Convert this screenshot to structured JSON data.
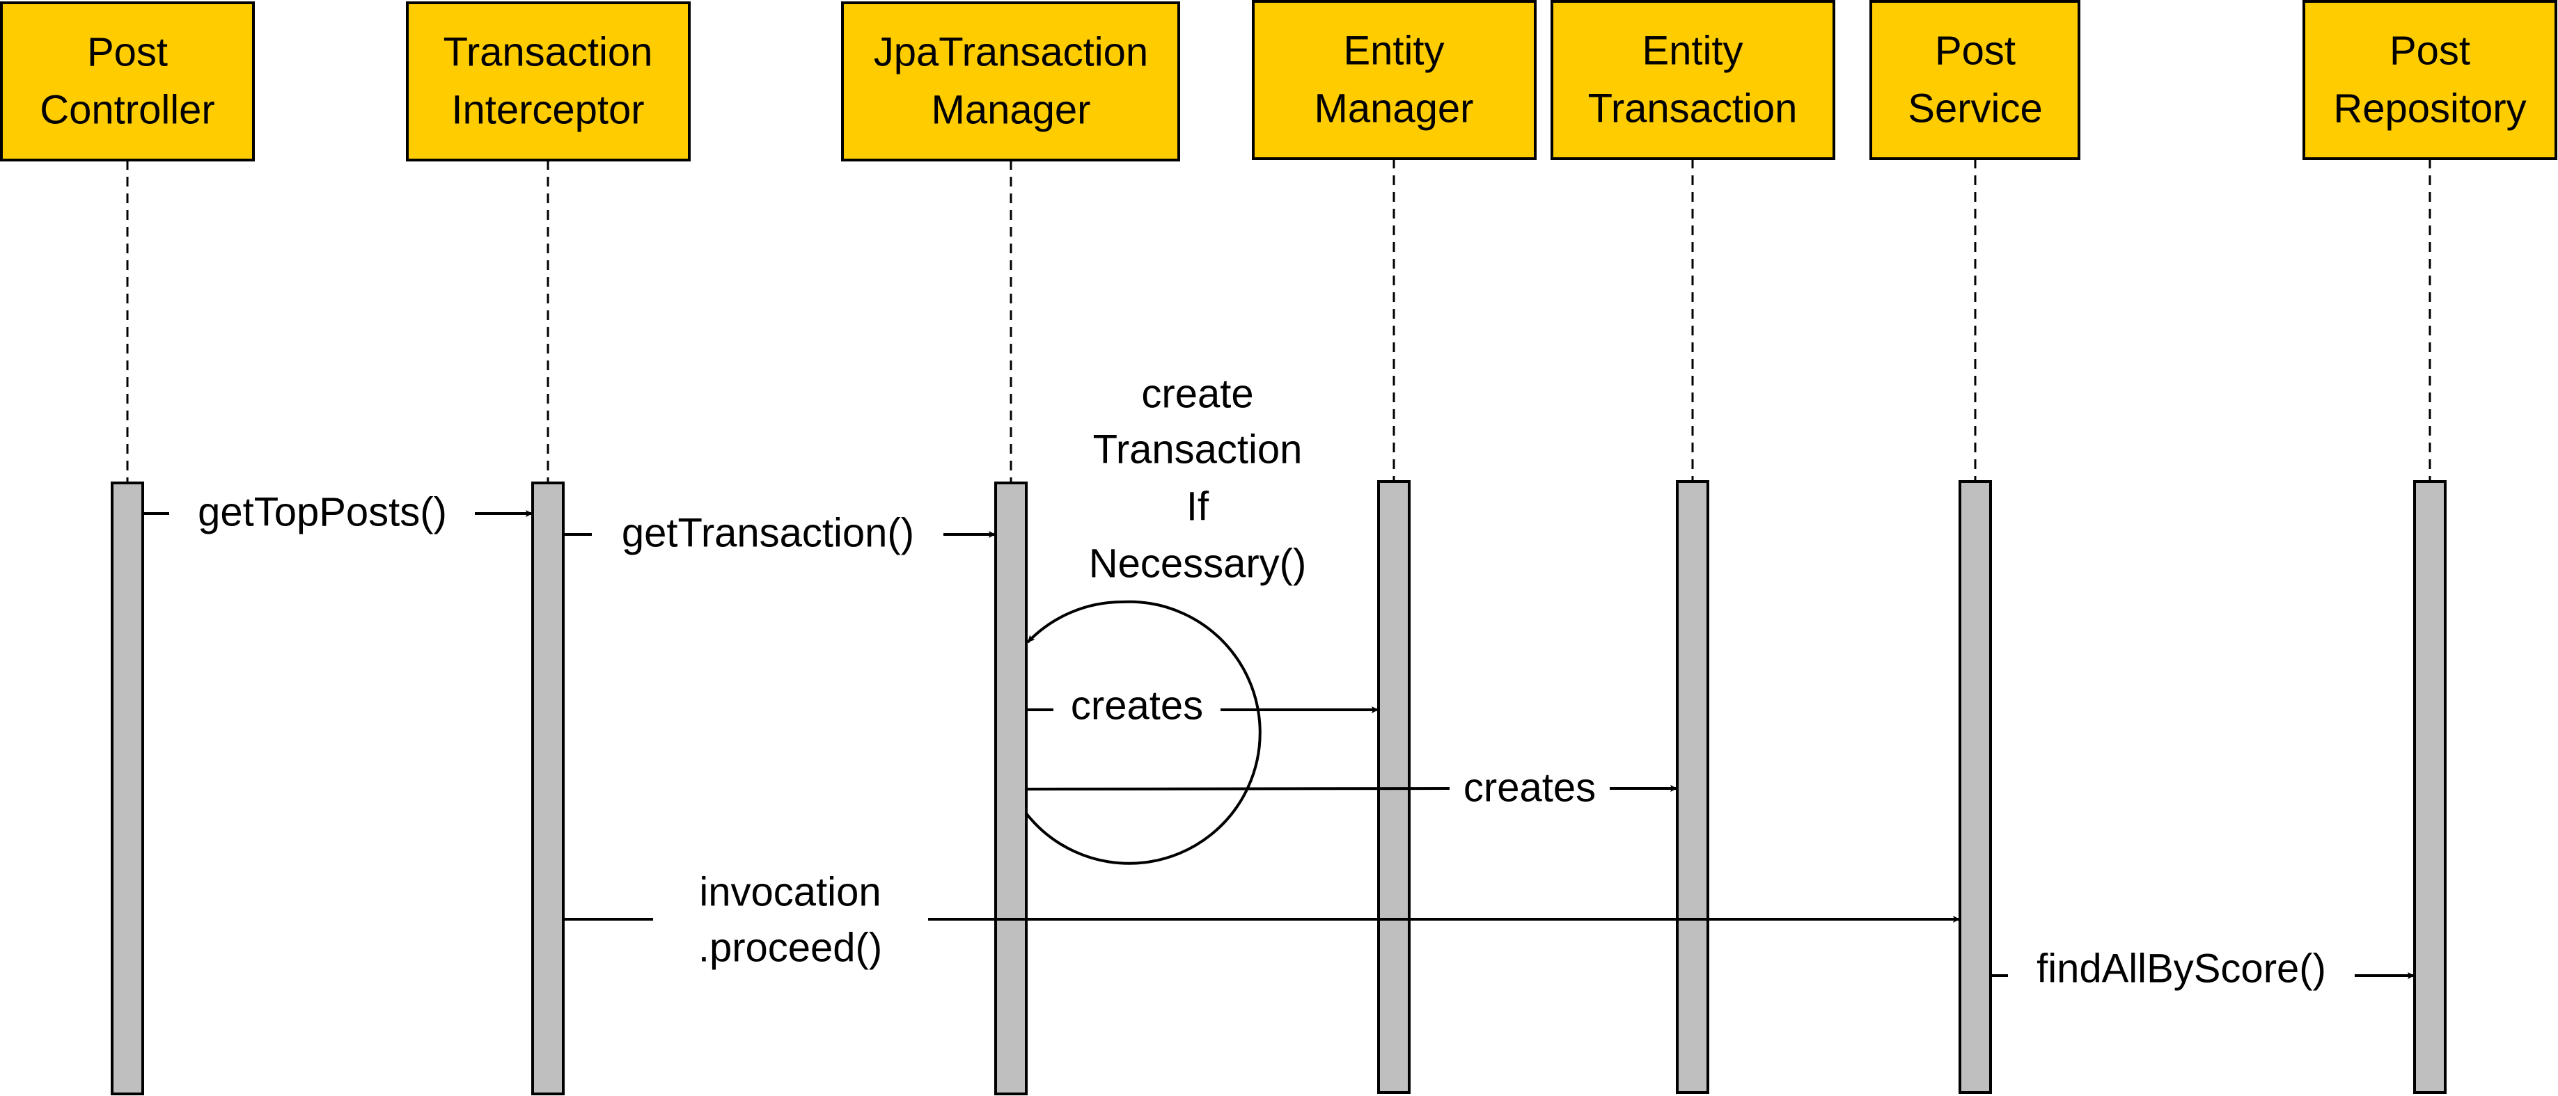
{
  "participants": [
    {
      "id": "post-controller",
      "line1": "Post",
      "line2": "Controller"
    },
    {
      "id": "transaction-interceptor",
      "line1": "Transaction",
      "line2": "Interceptor"
    },
    {
      "id": "jpa-transaction-manager",
      "line1": "JpaTransaction",
      "line2": "Manager"
    },
    {
      "id": "entity-manager",
      "line1": "Entity",
      "line2": "Manager"
    },
    {
      "id": "entity-transaction",
      "line1": "Entity",
      "line2": "Transaction"
    },
    {
      "id": "post-service",
      "line1": "Post",
      "line2": "Service"
    },
    {
      "id": "post-repository",
      "line1": "Post",
      "line2": "Repository"
    }
  ],
  "messages": {
    "get_top_posts": "getTopPosts()",
    "get_transaction": "getTransaction()",
    "create_if_necessary": [
      "create",
      "Transaction",
      "If",
      "Necessary()"
    ],
    "creates_entity_manager": "creates",
    "creates_entity_transaction": "creates",
    "invocation_proceed": [
      "invocation",
      ".proceed()"
    ],
    "find_all_by_score": "findAllByScore()"
  },
  "colors": {
    "participant_fill": "#FFCC00",
    "activation_fill": "#BFBFBF",
    "line": "#000000"
  }
}
